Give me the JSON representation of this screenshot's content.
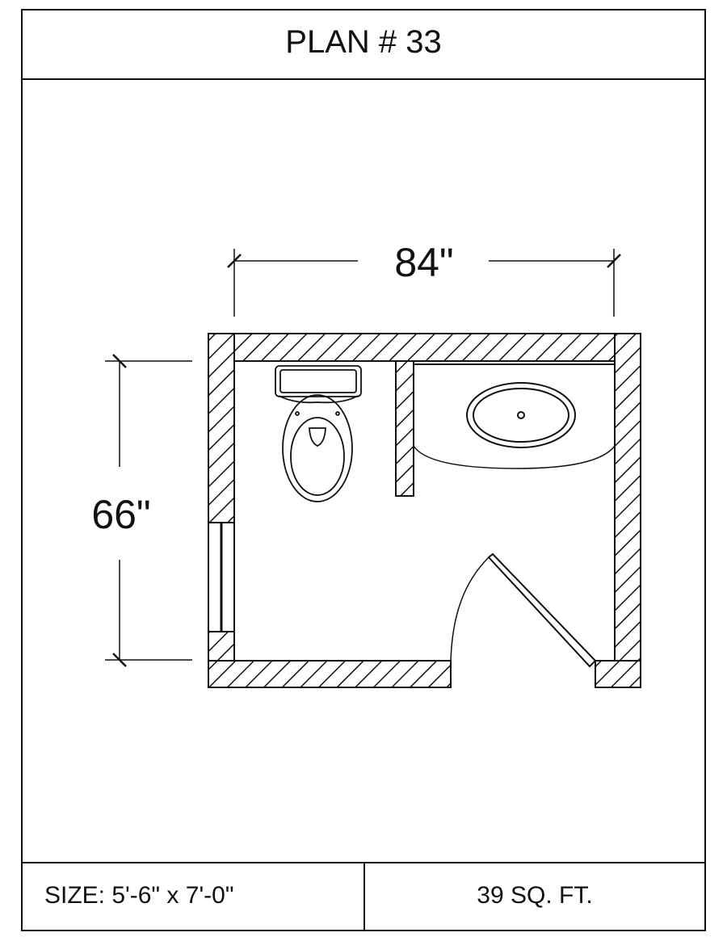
{
  "title": "PLAN # 33",
  "dimensions": {
    "width": "84\"",
    "height": "66\""
  },
  "footer": {
    "size": "SIZE:  5'-6\" x 7'-0\"",
    "area": "39 SQ. FT."
  }
}
